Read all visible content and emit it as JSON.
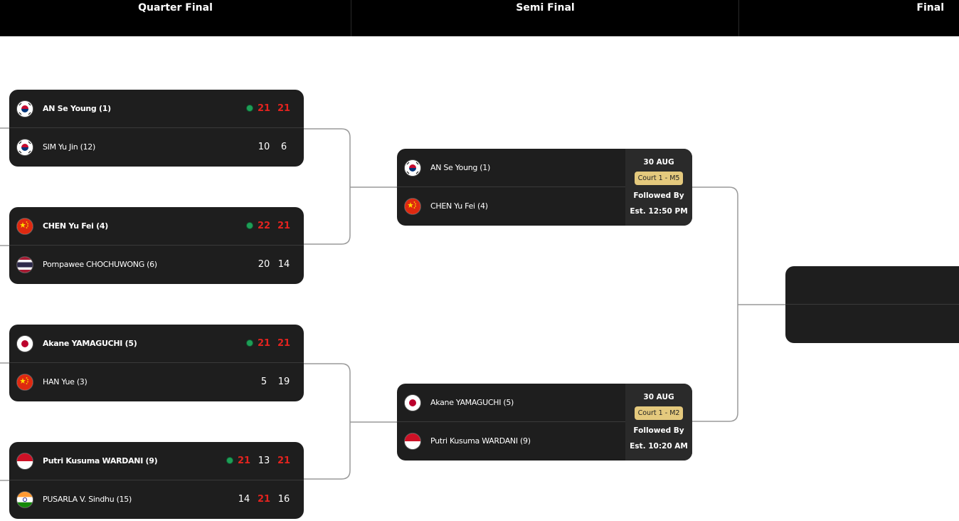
{
  "rounds": {
    "quarter_final": "Quarter Final",
    "semi_final": "Semi Final",
    "final": "Final"
  },
  "flags": {
    "kor": "korea-flag-icon",
    "chn": "china-flag-icon",
    "tha": "thailand-flag-icon",
    "jpn": "japan-flag-icon",
    "ina": "indonesia-flag-icon",
    "ind": "india-flag-icon"
  },
  "colors": {
    "header_bg": "#000000",
    "card_bg": "#1e1e1e",
    "winning_score": "#e3231f",
    "court_badge": "#e4c97d",
    "live_dot": "#1e9e57"
  },
  "quarter_finals": [
    {
      "p1": {
        "name": "AN Se Young (1)",
        "flag": "kor",
        "scores": [
          "21",
          "21"
        ]
      },
      "p2": {
        "name": "SIM Yu Jin (12)",
        "flag": "kor",
        "scores": [
          "10",
          "6"
        ]
      }
    },
    {
      "p1": {
        "name": "CHEN Yu Fei (4)",
        "flag": "chn",
        "scores": [
          "22",
          "21"
        ]
      },
      "p2": {
        "name": "Pornpawee CHOCHUWONG (6)",
        "flag": "tha",
        "scores": [
          "20",
          "14"
        ]
      }
    },
    {
      "p1": {
        "name": "Akane YAMAGUCHI (5)",
        "flag": "jpn",
        "scores": [
          "21",
          "21"
        ]
      },
      "p2": {
        "name": "HAN Yue (3)",
        "flag": "chn",
        "scores": [
          "5",
          "19"
        ]
      }
    },
    {
      "p1": {
        "name": "Putri Kusuma WARDANI (9)",
        "flag": "ina",
        "scores": [
          "21",
          "13",
          "21"
        ]
      },
      "p2": {
        "name": "PUSARLA V. Sindhu (15)",
        "flag": "ind",
        "scores": [
          "14",
          "21",
          "16"
        ]
      }
    }
  ],
  "semi_finals": [
    {
      "p1": {
        "name": "AN Se Young (1)",
        "flag": "kor"
      },
      "p2": {
        "name": "CHEN Yu Fei (4)",
        "flag": "chn"
      },
      "date": "30 AUG",
      "court": "Court 1 - M5",
      "followed": "Followed By",
      "est": "Est. 12:50 PM"
    },
    {
      "p1": {
        "name": "Akane YAMAGUCHI (5)",
        "flag": "jpn"
      },
      "p2": {
        "name": "Putri Kusuma WARDANI (9)",
        "flag": "ina"
      },
      "date": "30 AUG",
      "court": "Court 1 - M2",
      "followed": "Followed By",
      "est": "Est. 10:20 AM"
    }
  ]
}
